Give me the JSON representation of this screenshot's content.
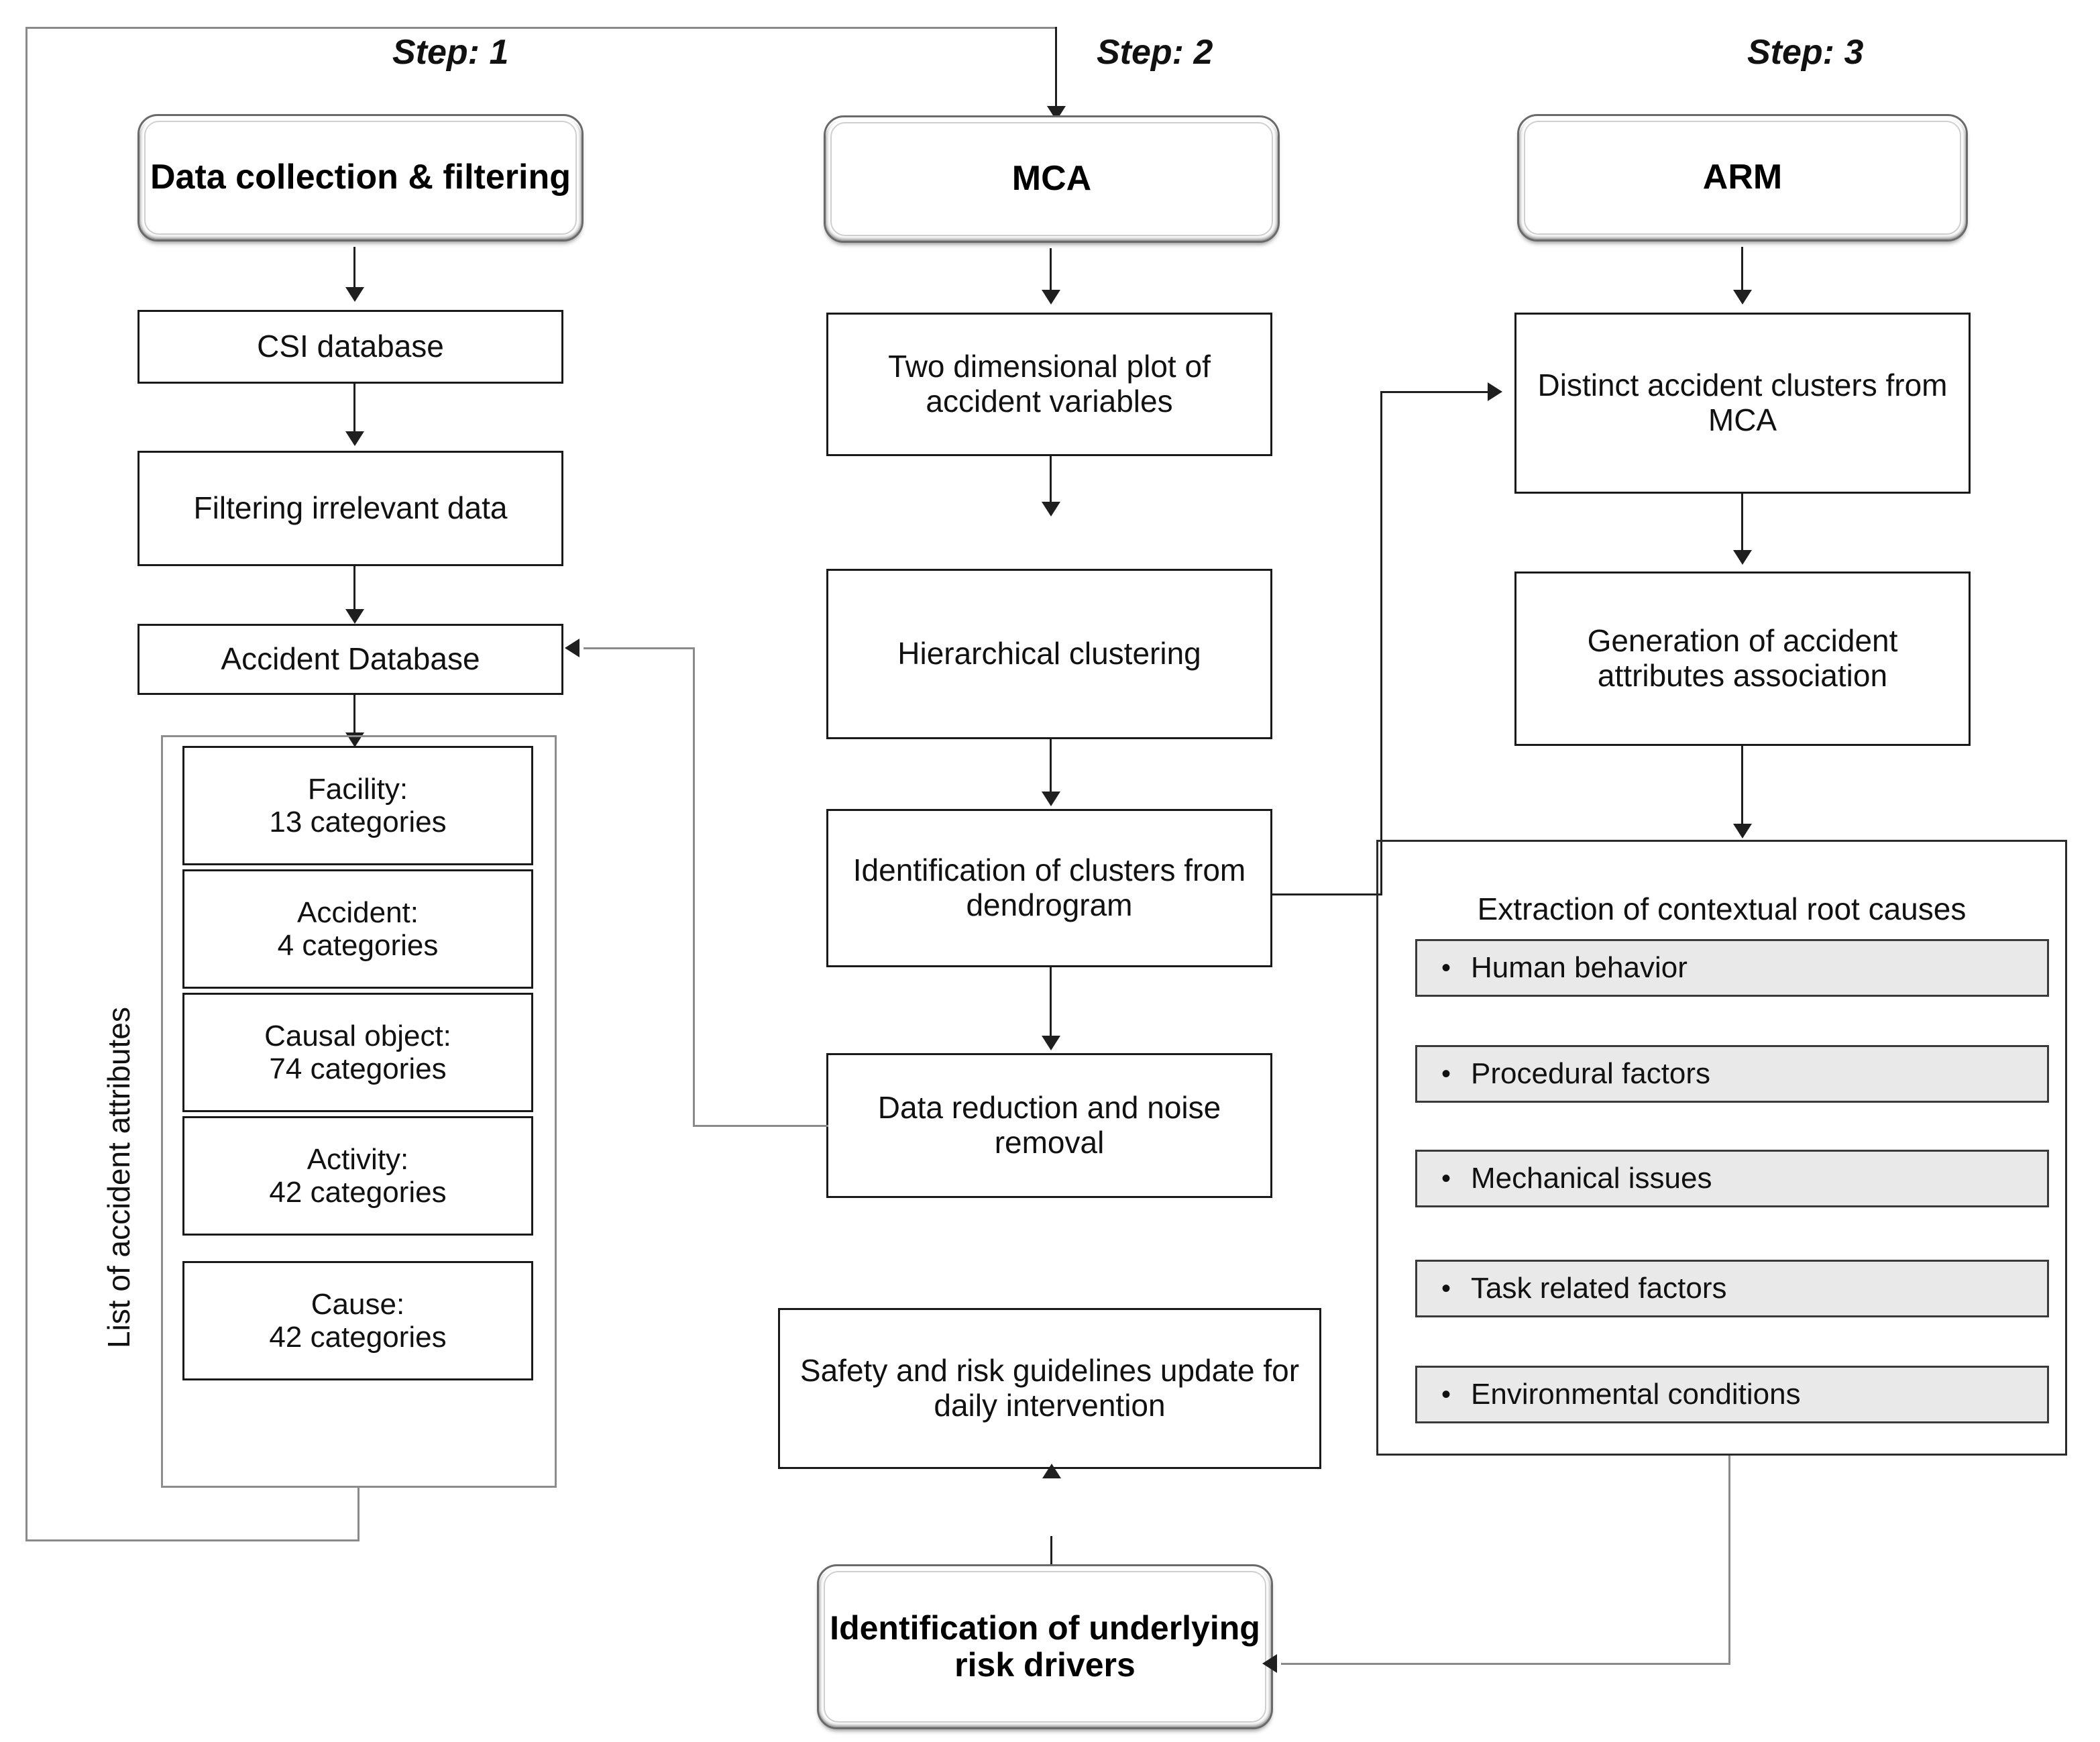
{
  "diagram": {
    "title": "Three-step accident data analysis methodology flowchart",
    "steps": [
      {
        "label": "Step: 1"
      },
      {
        "label": "Step: 2"
      },
      {
        "label": "Step: 3"
      }
    ],
    "colors": {
      "box_border": "#1a1a1a",
      "terminator_border": "#6a6a6a",
      "grey_item_fill": "#e9e9e9",
      "connector": "#1f1f1f",
      "connector_light": "#8a8a8a",
      "background": "#ffffff"
    },
    "column1": {
      "terminator": "Data collection & filtering",
      "boxes": [
        "CSI database",
        "Filtering irrelevant data",
        "Accident Database"
      ],
      "side_label": "List of accident attributes",
      "attributes": [
        "Facility:\n13 categories",
        "Accident:\n4 categories",
        "Causal object:\n74 categories",
        "Activity:\n42 categories",
        "Cause:\n42 categories"
      ],
      "attributes_plain": [
        {
          "name": "Facility:",
          "count": "13 categories"
        },
        {
          "name": "Accident:",
          "count": "4 categories"
        },
        {
          "name": "Causal object:",
          "count": "74 categories"
        },
        {
          "name": "Activity:",
          "count": "42 categories"
        },
        {
          "name": "Cause:",
          "count": "42 categories"
        }
      ]
    },
    "column2": {
      "terminator": "MCA",
      "boxes": [
        "Two dimensional plot of accident variables",
        "Hierarchical clustering",
        "Identification of clusters from dendrogram",
        "Data reduction and noise removal"
      ],
      "outcome_box": "Safety and risk guidelines update for daily intervention",
      "final_terminator": "Identification of underlying risk drivers"
    },
    "column3": {
      "terminator": "ARM",
      "boxes": [
        "Distinct accident clusters from MCA",
        "Generation of accident attributes association"
      ],
      "extraction_title": "Extraction of contextual root causes",
      "root_causes": [
        "Human behavior",
        "Procedural factors",
        "Mechanical issues",
        "Task related factors",
        "Environmental conditions"
      ],
      "bullet_glyph": "•"
    }
  }
}
